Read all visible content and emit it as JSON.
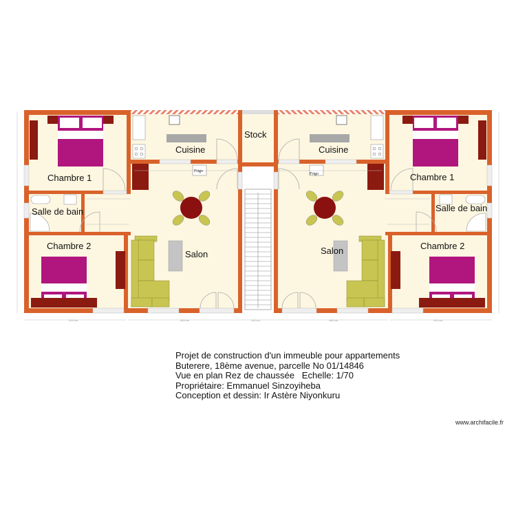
{
  "colors": {
    "wall": "#d9622b",
    "floor": "#fdf6e1",
    "bed": "#b0167e",
    "furniture_dark": "#8b1a10",
    "sofa": "#c8c552",
    "grey": "#a8a8a8"
  },
  "plan": {
    "left": {
      "rooms": {
        "chambre1": "Chambre 1",
        "cuisine": "Cuisine",
        "frigo": "Frigo",
        "salle_de_bain": "Salle de bain",
        "chambre2": "Chambre 2",
        "salon": "Salon"
      }
    },
    "stock": "Stock",
    "right": {
      "rooms": {
        "chambre1": "Chambre 1",
        "cuisine": "Cuisine",
        "frigo": "Frigo",
        "salle_de_bain": "Salle de bain",
        "chambre2": "Chambre 2",
        "salon": "Salon"
      }
    },
    "dimensions": [
      "414 cm",
      "446 cm",
      "110 cm",
      "446 cm",
      "414 cm"
    ]
  },
  "caption": {
    "lines": [
      "Projet de construction d'un immeuble pour appartements",
      "Buterere, 18ème avenue, parcelle No 01/14846",
      "Vue en plan Rez de chaussée   Echelle: 1/70",
      "Propriétaire: Emmanuel Sinzoyiheba",
      "Conception et dessin: Ir Astère Niyonkuru"
    ]
  },
  "watermark": "www.archifacile.fr"
}
